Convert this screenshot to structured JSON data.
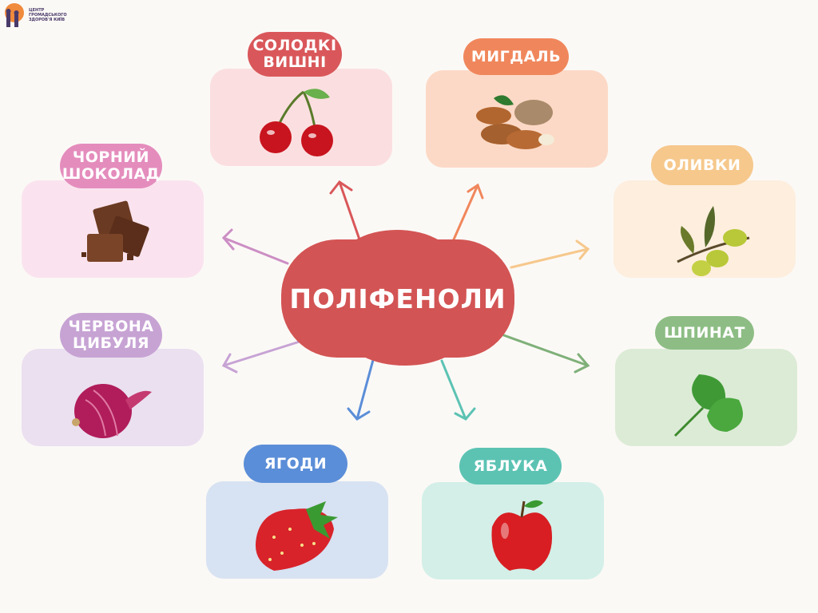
{
  "logo": {
    "text": "ЦЕНТР ГРОМАДСЬКОГО ЗДОРОВ'Я КИЇВ"
  },
  "center": {
    "label": "ПОЛІФЕНОЛИ",
    "color": "#d35454"
  },
  "items": [
    {
      "label": "СОЛОДКІ ВИШНІ",
      "icon": "cherry-icon",
      "label_color": "#d9575a",
      "card_color": "#fbdfe0"
    },
    {
      "label": "МИГДАЛЬ",
      "icon": "almond-icon",
      "label_color": "#f0875c",
      "card_color": "#fcd9c6"
    },
    {
      "label": "ЧОРНИЙ ШОКОЛАД",
      "icon": "chocolate-icon",
      "label_color": "#e48dbd",
      "card_color": "#fae3ee"
    },
    {
      "label": "ОЛИВКИ",
      "icon": "olive-icon",
      "label_color": "#f6c88c",
      "card_color": "#fdeede"
    },
    {
      "label": "ЧЕРВОНА ЦИБУЛЯ",
      "icon": "onion-icon",
      "label_color": "#c7a3d4",
      "card_color": "#ebe0f0"
    },
    {
      "label": "ШПИНАТ",
      "icon": "spinach-icon",
      "label_color": "#8dbd84",
      "card_color": "#dcebd6"
    },
    {
      "label": "ЯГОДИ",
      "icon": "strawberry-icon",
      "label_color": "#5b8ed8",
      "card_color": "#d7e2f2"
    },
    {
      "label": "ЯБЛУКА",
      "icon": "apple-icon",
      "label_color": "#5cc3b3",
      "card_color": "#d3efe8"
    }
  ]
}
